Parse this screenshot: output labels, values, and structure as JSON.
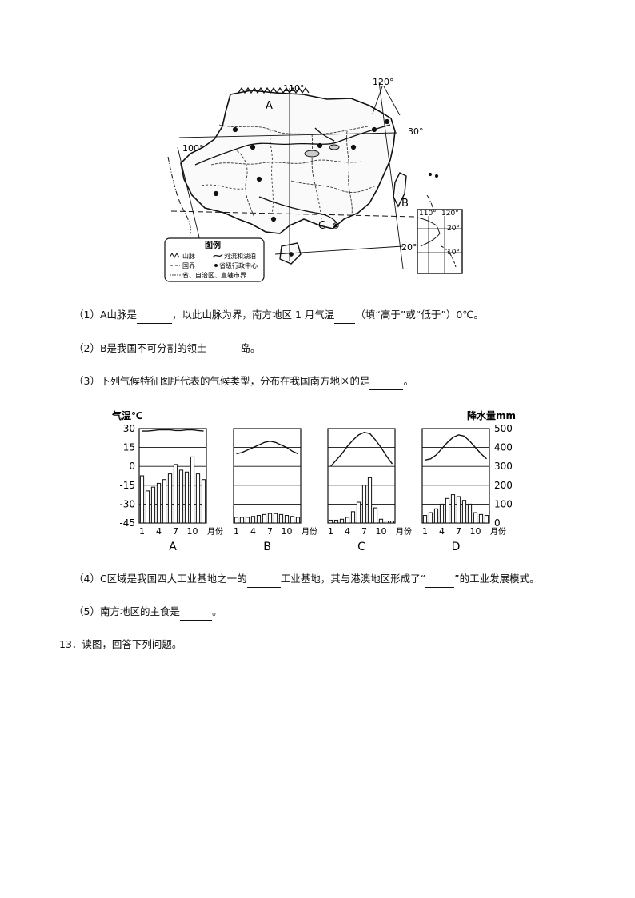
{
  "map": {
    "lon_labels": [
      "110°",
      "120°",
      "100°"
    ],
    "lat_labels": [
      "30°",
      "20°"
    ],
    "region_labels": [
      "A",
      "B",
      "C"
    ],
    "inset_labels": [
      "110°",
      "120°",
      "20°",
      "10°"
    ],
    "legend": {
      "title": "图例",
      "items": [
        "山脉",
        "河流和湖泊",
        "国界",
        "省级行政中心",
        "省、自治区、直辖市界"
      ]
    }
  },
  "questions": {
    "q1": {
      "a": "（1）A山脉是",
      "b": "，以此山脉为界，南方地区 1 月气温",
      "c": "（填“高于”或“低于”）0℃。"
    },
    "q2": {
      "a": "（2）B是我国不可分割的领土",
      "b": "岛。"
    },
    "q3": {
      "a": "（3）下列气候特征图所代表的气候类型，分布在我国南方地区的是",
      "b": "。"
    },
    "q4": {
      "a": "（4）C区域是我国四大工业基地之一的",
      "b": "工业基地，其与港澳地区形成了“",
      "c": "”的工业发展模式。"
    },
    "q5": {
      "a": "（5）南方地区的主食是",
      "b": "。"
    },
    "q13": "13．读图，回答下列问题。"
  },
  "chart_data": {
    "type": "bar",
    "left_axis_label": "气温℃",
    "right_axis_label": "降水量mm",
    "temp_ticks": [
      30,
      15,
      0,
      -15,
      -30,
      -45
    ],
    "precip_ticks": [
      500,
      400,
      300,
      200,
      100,
      0
    ],
    "temp_range": [
      -45,
      30
    ],
    "precip_range": [
      0,
      500
    ],
    "month_ticks": [
      "1",
      "4",
      "7",
      "10"
    ],
    "month_unit": "月份",
    "charts": [
      {
        "label": "A",
        "temperature": [
          28,
          28,
          28.5,
          29,
          29,
          29,
          28.5,
          28.5,
          29,
          29,
          28.5,
          28
        ],
        "precipitation": [
          250,
          170,
          190,
          210,
          230,
          260,
          310,
          280,
          270,
          350,
          260,
          230
        ]
      },
      {
        "label": "B",
        "temperature": [
          10,
          11,
          13,
          15,
          17,
          19,
          20,
          19,
          17,
          15,
          12,
          10
        ],
        "precipitation": [
          30,
          30,
          30,
          35,
          40,
          45,
          50,
          50,
          45,
          40,
          35,
          30
        ]
      },
      {
        "label": "C",
        "temperature": [
          0,
          5,
          10,
          16,
          21,
          25,
          27,
          26,
          21,
          15,
          8,
          2
        ],
        "precipitation": [
          15,
          15,
          20,
          30,
          60,
          110,
          200,
          240,
          80,
          20,
          10,
          10
        ]
      },
      {
        "label": "D",
        "temperature": [
          5,
          6,
          9,
          14,
          19,
          23,
          25,
          24,
          20,
          15,
          10,
          6
        ],
        "precipitation": [
          40,
          55,
          75,
          100,
          130,
          150,
          140,
          120,
          100,
          55,
          45,
          40
        ]
      }
    ]
  }
}
